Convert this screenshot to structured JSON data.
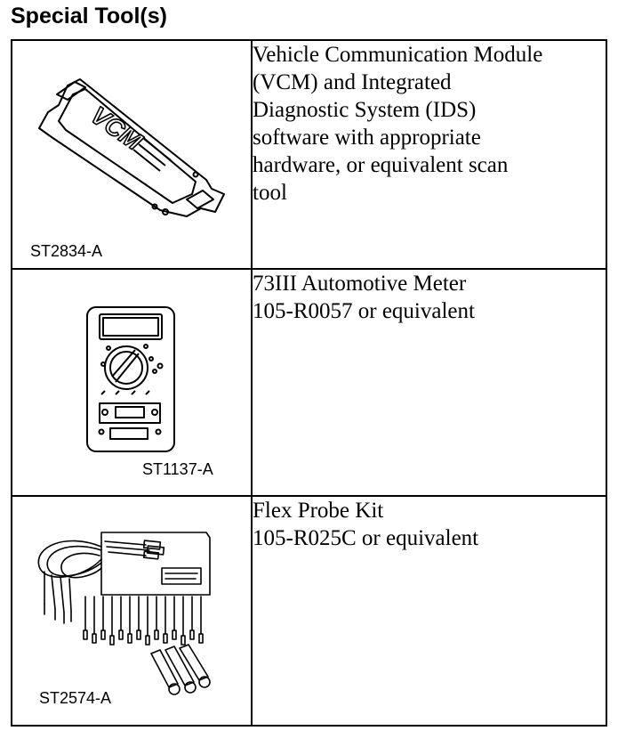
{
  "heading": "Special Tool(s)",
  "tools": [
    {
      "code": "ST2834-A",
      "label_on_device": "VCM",
      "description_lines": [
        "Vehicle Communication Module",
        "(VCM) and Integrated",
        "Diagnostic System (IDS)",
        "software with appropriate",
        "hardware, or equivalent scan",
        "tool"
      ]
    },
    {
      "code": "ST1137-A",
      "description_lines": [
        "73III Automotive Meter",
        "105-R0057 or equivalent"
      ]
    },
    {
      "code": "ST2574-A",
      "description_lines": [
        "Flex Probe Kit",
        "105-R025C or equivalent"
      ]
    }
  ]
}
